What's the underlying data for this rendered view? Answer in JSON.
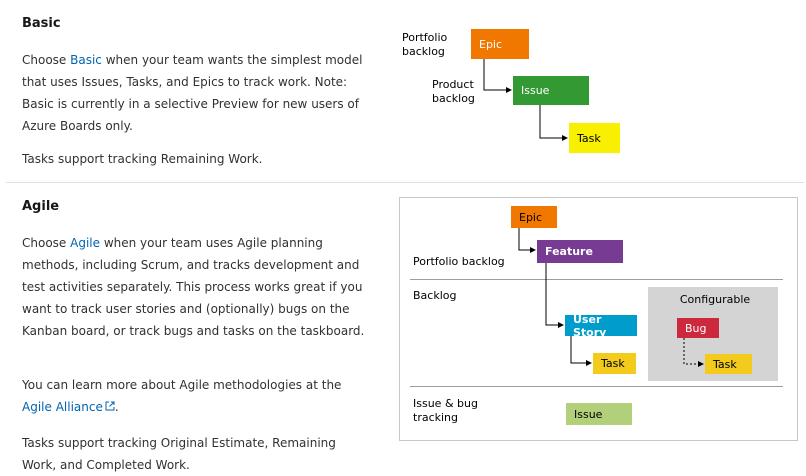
{
  "basic": {
    "title": "Basic",
    "text_before_link": "Choose ",
    "link": "Basic",
    "text_after_link": " when your team wants the simplest model that uses Issues, Tasks, and Epics to track work. Note: Basic is currently in a selective Preview for new users of Azure Boards only.",
    "tasks_note": "Tasks support tracking Remaining Work.",
    "diagram": {
      "portfolio_label": "Portfolio backlog",
      "product_label": "Product backlog",
      "epic": "Epic",
      "issue": "Issue",
      "task": "Task"
    }
  },
  "agile": {
    "title": "Agile",
    "text_before_link": "Choose ",
    "link": "Agile",
    "text_after_link": " when your team uses Agile planning methods, including Scrum, and tracks development and test activities separately. This process works great if you want to track user stories and (optionally) bugs on the Kanban board, or track bugs and tasks on the taskboard.",
    "learn_more_before": "You can learn more about Agile methodologies at the ",
    "learn_more_link": "Agile Alliance",
    "learn_more_after": ".",
    "tasks_note": "Tasks support tracking Original Estimate, Remaining Work, and Completed Work.",
    "diagram": {
      "portfolio_label": "Portfolio backlog",
      "backlog_label": "Backlog",
      "issue_bug_label": "Issue & bug tracking",
      "configurable_label": "Configurable",
      "epic": "Epic",
      "feature": "Feature",
      "user_story": "User Story",
      "task": "Task",
      "bug": "Bug",
      "bug_task": "Task",
      "issue": "Issue"
    }
  },
  "colors": {
    "epic": "#f07800",
    "issue_basic": "#339933",
    "task": "#f8f000",
    "feature": "#773b93",
    "user_story": "#009ccc",
    "task_agile": "#f2cb1d",
    "bug": "#cc293d",
    "issue_agile": "#b2cf7a",
    "configurable_bg": "#d4d4d4",
    "link": "#0065b3"
  }
}
